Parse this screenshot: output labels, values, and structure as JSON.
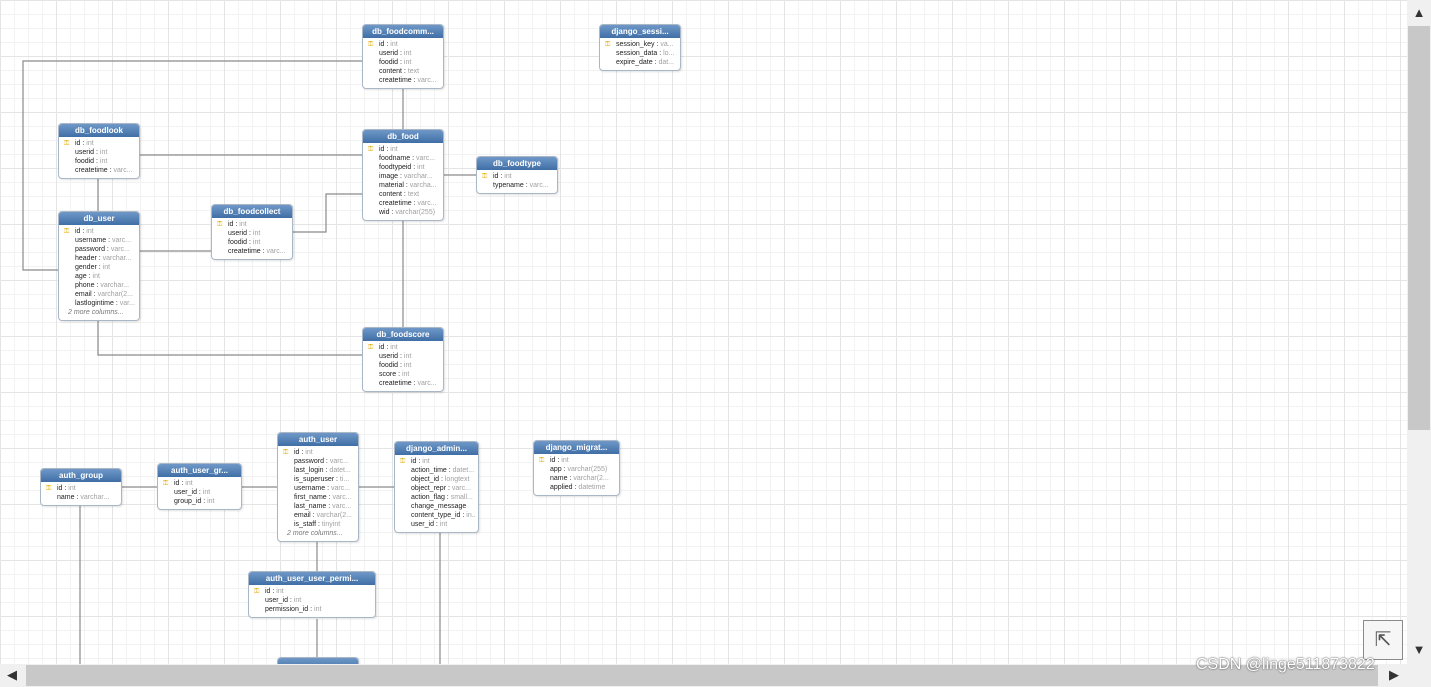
{
  "tables": [
    {
      "id": "db_foodcomment",
      "name": "db_foodcomm...",
      "columns": [
        {
          "name": "id",
          "type": "int",
          "pk": true
        },
        {
          "name": "userid",
          "type": "int"
        },
        {
          "name": "foodid",
          "type": "int"
        },
        {
          "name": "content",
          "type": "text"
        },
        {
          "name": "createtime",
          "type": "varc..."
        }
      ]
    },
    {
      "id": "django_session",
      "name": "django_sessi...",
      "columns": [
        {
          "name": "session_key",
          "type": "va...",
          "pk": true
        },
        {
          "name": "session_data",
          "type": "lo..."
        },
        {
          "name": "expire_date",
          "type": "dat..."
        }
      ]
    },
    {
      "id": "db_foodlook",
      "name": "db_foodlook",
      "columns": [
        {
          "name": "id",
          "type": "int",
          "pk": true
        },
        {
          "name": "userid",
          "type": "int"
        },
        {
          "name": "foodid",
          "type": "int"
        },
        {
          "name": "createtime",
          "type": "varc..."
        }
      ]
    },
    {
      "id": "db_food",
      "name": "db_food",
      "columns": [
        {
          "name": "id",
          "type": "int",
          "pk": true
        },
        {
          "name": "foodname",
          "type": "varc..."
        },
        {
          "name": "foodtypeid",
          "type": "int"
        },
        {
          "name": "image",
          "type": "varchar..."
        },
        {
          "name": "material",
          "type": "varcha..."
        },
        {
          "name": "content",
          "type": "text"
        },
        {
          "name": "createtime",
          "type": "varc..."
        },
        {
          "name": "wid",
          "type": "varchar(255)"
        }
      ]
    },
    {
      "id": "db_foodtype",
      "name": "db_foodtype",
      "columns": [
        {
          "name": "id",
          "type": "int",
          "pk": true
        },
        {
          "name": "typename",
          "type": "varc..."
        }
      ]
    },
    {
      "id": "db_user",
      "name": "db_user",
      "columns": [
        {
          "name": "id",
          "type": "int",
          "pk": true
        },
        {
          "name": "username",
          "type": "varc..."
        },
        {
          "name": "password",
          "type": "varc..."
        },
        {
          "name": "header",
          "type": "varchar..."
        },
        {
          "name": "gender",
          "type": "int"
        },
        {
          "name": "age",
          "type": "int"
        },
        {
          "name": "phone",
          "type": "varchar..."
        },
        {
          "name": "email",
          "type": "varchar(2..."
        },
        {
          "name": "lastlogintime",
          "type": "var..."
        }
      ],
      "more": "2 more columns..."
    },
    {
      "id": "db_foodcollect",
      "name": "db_foodcollect",
      "columns": [
        {
          "name": "id",
          "type": "int",
          "pk": true
        },
        {
          "name": "userid",
          "type": "int"
        },
        {
          "name": "foodid",
          "type": "int"
        },
        {
          "name": "createtime",
          "type": "varc..."
        }
      ]
    },
    {
      "id": "db_foodscore",
      "name": "db_foodscore",
      "columns": [
        {
          "name": "id",
          "type": "int",
          "pk": true
        },
        {
          "name": "userid",
          "type": "int"
        },
        {
          "name": "foodid",
          "type": "int"
        },
        {
          "name": "score",
          "type": "int"
        },
        {
          "name": "createtime",
          "type": "varc..."
        }
      ]
    },
    {
      "id": "auth_user",
      "name": "auth_user",
      "columns": [
        {
          "name": "id",
          "type": "int",
          "pk": true
        },
        {
          "name": "password",
          "type": "varc..."
        },
        {
          "name": "last_login",
          "type": "datet..."
        },
        {
          "name": "is_superuser",
          "type": "ti..."
        },
        {
          "name": "username",
          "type": "varc..."
        },
        {
          "name": "first_name",
          "type": "varc..."
        },
        {
          "name": "last_name",
          "type": "varc..."
        },
        {
          "name": "email",
          "type": "varchar(2..."
        },
        {
          "name": "is_staff",
          "type": "tinyint"
        }
      ],
      "more": "2 more columns..."
    },
    {
      "id": "auth_group",
      "name": "auth_group",
      "columns": [
        {
          "name": "id",
          "type": "int",
          "pk": true
        },
        {
          "name": "name",
          "type": "varchar..."
        }
      ]
    },
    {
      "id": "auth_user_groups",
      "name": "auth_user_gr...",
      "columns": [
        {
          "name": "id",
          "type": "int",
          "pk": true
        },
        {
          "name": "user_id",
          "type": "int"
        },
        {
          "name": "group_id",
          "type": "int"
        }
      ]
    },
    {
      "id": "django_admin_log",
      "name": "django_admin...",
      "columns": [
        {
          "name": "id",
          "type": "int",
          "pk": true
        },
        {
          "name": "action_time",
          "type": "datet..."
        },
        {
          "name": "object_id",
          "type": "longtext"
        },
        {
          "name": "object_repr",
          "type": "varc..."
        },
        {
          "name": "action_flag",
          "type": "small..."
        },
        {
          "name": "change_message",
          "type": ""
        },
        {
          "name": "content_type_id",
          "type": "in..."
        },
        {
          "name": "user_id",
          "type": "int"
        }
      ]
    },
    {
      "id": "django_migrations",
      "name": "django_migrat...",
      "columns": [
        {
          "name": "id",
          "type": "int",
          "pk": true
        },
        {
          "name": "app",
          "type": "varchar(255)"
        },
        {
          "name": "name",
          "type": "varchar(2..."
        },
        {
          "name": "applied",
          "type": "datetime"
        }
      ]
    },
    {
      "id": "auth_user_user_permissions",
      "name": "auth_user_user_permi...",
      "columns": [
        {
          "name": "id",
          "type": "int",
          "pk": true
        },
        {
          "name": "user_id",
          "type": "int"
        },
        {
          "name": "permission_id",
          "type": "int"
        }
      ]
    },
    {
      "id": "auth_bottom",
      "name": "",
      "columns": []
    }
  ],
  "watermark": "CSDN @linge511873822",
  "icons": {
    "key": "key-icon",
    "scroll_up": "arrow-up-icon",
    "scroll_down": "arrow-down-icon",
    "scroll_left": "arrow-left-icon",
    "scroll_right": "arrow-right-icon",
    "overview": "expand-arrow-icon"
  },
  "colors": {
    "header_top": "#6f98c8",
    "header_bottom": "#3f6ea6",
    "link": "#8a8a8a",
    "key": "#e0a800"
  }
}
